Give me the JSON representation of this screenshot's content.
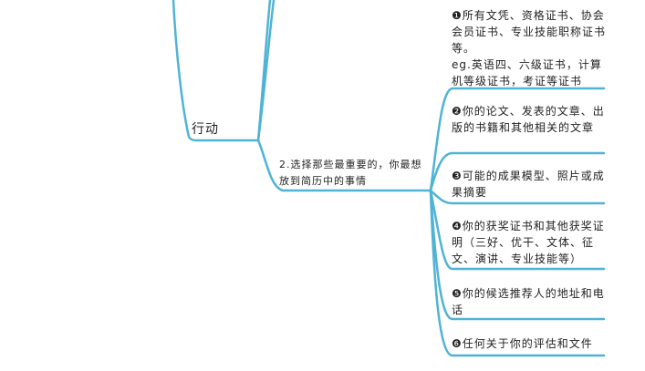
{
  "colors": {
    "branch": "#4fb3d6",
    "text": "#222222"
  },
  "mindmap": {
    "level1": "行动",
    "level2": "2.选择那些最重要的，你最想放到简历中的事情",
    "items": [
      "❶所有文凭、资格证书、协会会员证书、专业技能职称证书等。\neg.英语四、六级证书，计算机等级证书，考证等证书",
      "❷你的论文、发表的文章、出版的书籍和其他相关的文章",
      "❸可能的成果模型、照片或成果摘要",
      "❹你的获奖证书和其他获奖证明（三好、优干、文体、征文、演讲、专业技能等）",
      "❺你的候选推荐人的地址和电话",
      "❻任何关于你的评估和文件"
    ]
  }
}
